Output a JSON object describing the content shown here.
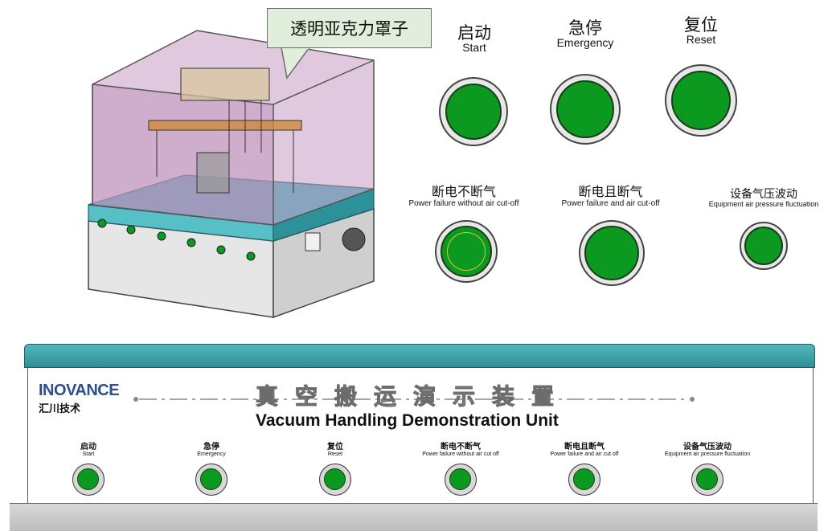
{
  "callout": {
    "label": "透明亚克力罩子"
  },
  "legend": {
    "buttons": [
      {
        "cn": "启动",
        "en": "Start"
      },
      {
        "cn": "急停",
        "en": "Emergency"
      },
      {
        "cn": "复位",
        "en": "Reset"
      },
      {
        "cn": "断电不断气",
        "en": "Power failure without air cut-off"
      },
      {
        "cn": "断电且断气",
        "en": "Power failure and air cut-off"
      },
      {
        "cn": "设备气压波动",
        "en": "Equipment air pressure fluctuation"
      }
    ]
  },
  "panel": {
    "logo_en": "INOVANCE",
    "logo_cn": "汇川技术",
    "title_cn": "真空搬运演示装置",
    "title_en": "Vacuum Handling Demonstration Unit",
    "buttons": [
      {
        "cn": "启动",
        "en": "Start"
      },
      {
        "cn": "急停",
        "en": "Emergency"
      },
      {
        "cn": "复位",
        "en": "Reset"
      },
      {
        "cn": "断电不断气",
        "en": "Power failure without air cut off"
      },
      {
        "cn": "断电且断气",
        "en": "Power failure and air cut off"
      },
      {
        "cn": "设备气压波动",
        "en": "Equipment air pressure fluctuation"
      }
    ]
  },
  "colors": {
    "button_green": "#0b9a1f",
    "enclosure_tint": "#c79bc4",
    "base_teal": "#3fb0b8",
    "brand_blue": "#2a4f8c"
  }
}
